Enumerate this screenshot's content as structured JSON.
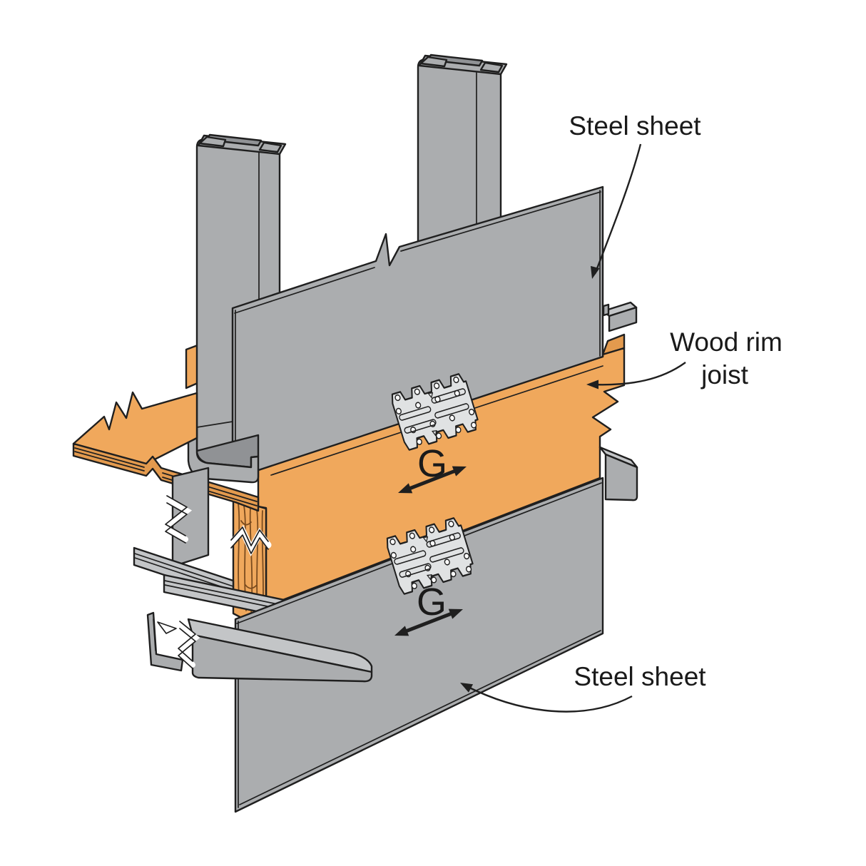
{
  "diagram": {
    "title_meaning": "Steel sheet to wood rim joist shear transfer detail",
    "labels": {
      "steel_sheet_top": "Steel sheet",
      "wood_rim_line1": "Wood rim",
      "wood_rim_line2": "joist",
      "steel_sheet_bottom": "Steel sheet",
      "shear_symbol_top": "G",
      "shear_symbol_bottom": "G"
    },
    "icons": [
      "leader-arrowhead-icon",
      "shear-double-arrow-icon",
      "break-symbol-icon"
    ],
    "parts": [
      "steel-stud-left",
      "steel-stud-right",
      "upper-steel-sheet",
      "wood-rim-joist",
      "plywood-floor-sheathing",
      "bottom-track-upper-wall",
      "top-track-lower-wall",
      "lower-steel-sheet",
      "connector-plate-top",
      "connector-plate-bottom"
    ]
  },
  "colors": {
    "bg": "#ffffff",
    "outline": "#1f1f1f",
    "text": "#1a1a1a",
    "steel": "#abadaf",
    "steel_light": "#c3c5c7",
    "steel_dark": "#909295",
    "steel_deep": "#7f8184",
    "plate": "#e0e2e3",
    "wood": "#f0a85c",
    "wood_dark": "#e39a4e",
    "wood_grain": "#7a4b1e"
  }
}
